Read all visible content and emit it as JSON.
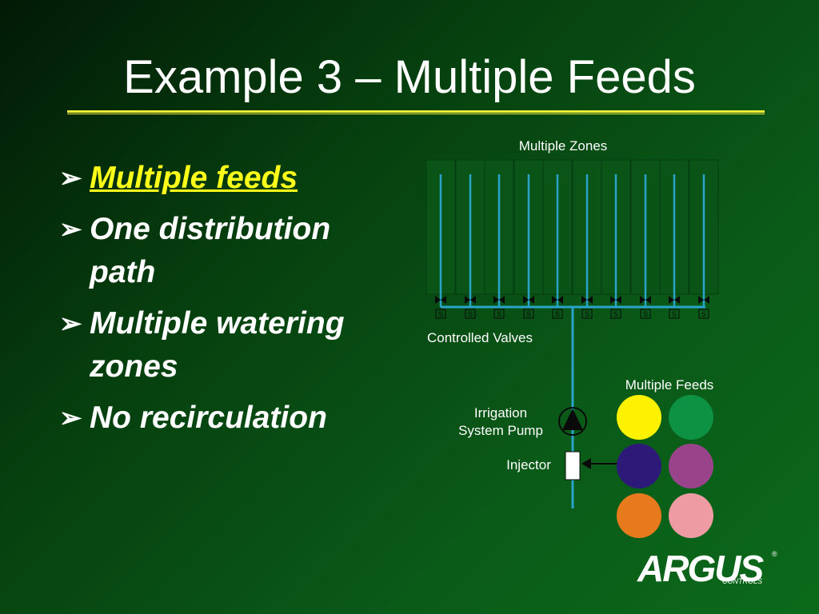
{
  "slide": {
    "title": "Example 3 – Multiple Feeds",
    "bullets": [
      {
        "text": "Multiple feeds",
        "highlight": true
      },
      {
        "text": "One distribution path",
        "highlight": false
      },
      {
        "text": "Multiple watering zones",
        "highlight": false
      },
      {
        "text": "No recirculation",
        "highlight": false
      }
    ],
    "bullet_glyph": "➢"
  },
  "diagram": {
    "zones_label": "Multiple Zones",
    "valves_label": "Controlled Valves",
    "pump_label_line1": "Irrigation",
    "pump_label_line2": "System Pump",
    "injector_label": "Injector",
    "feeds_label": "Multiple Feeds",
    "zone_count": 10,
    "valve_glyph": "S",
    "pipe_color": "#2aa3c9",
    "feed_colors": [
      "#fff200",
      "#0d9143",
      "#2d1a78",
      "#99448a",
      "#e87a1e",
      "#ef9ba3"
    ]
  },
  "logo": {
    "word": "ARGUS",
    "sub": "CONTROLS",
    "reg": "®"
  }
}
